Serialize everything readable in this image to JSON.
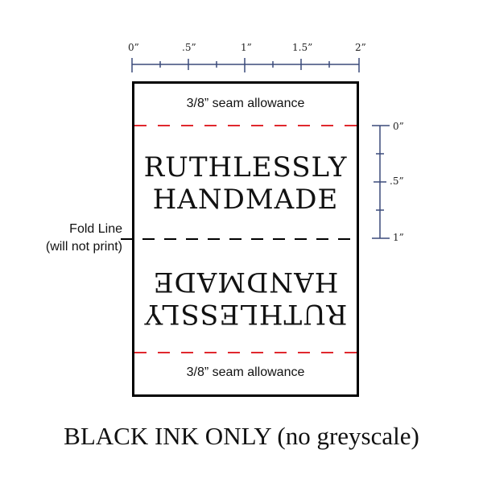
{
  "top_ruler": {
    "ticks": [
      "0”",
      ".5”",
      "1”",
      "1.5”",
      "2”"
    ]
  },
  "side_ruler": {
    "ticks": [
      "0”",
      ".5”",
      "1”"
    ]
  },
  "label": {
    "seam_top": "3/8” seam allowance",
    "seam_bottom": "3/8” seam allowance",
    "brand_line1": "RUTHLESSLY",
    "brand_line2": "HANDMADE"
  },
  "fold": {
    "line1": "Fold Line",
    "line2": "(will not print)"
  },
  "footer": "BLACK INK ONLY (no greyscale)",
  "colors": {
    "ruler": "#3b4a7a",
    "seam_line": "#e0282e",
    "fold_line": "#000000"
  }
}
